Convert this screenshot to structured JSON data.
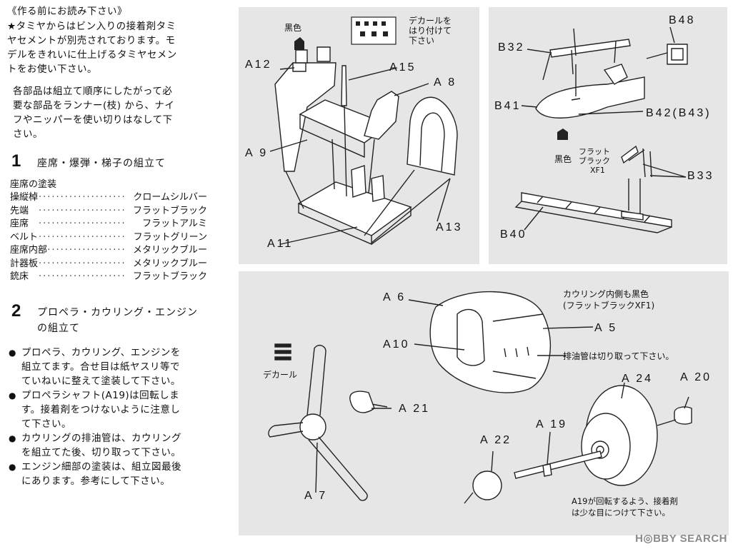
{
  "intro": {
    "title": "《作る前にお読み下さい》",
    "body": [
      "★タミヤからはビン入りの接着剤タミ",
      "ヤセメントが別売されております。モ",
      "デルをきれいに仕上げるタミヤセメン",
      "トをお使い下さい。"
    ],
    "body2": [
      "各部品は組立て順序にしたがって必",
      "要な部品をランナー(枝) から、ナイ",
      "フやニッパーを使い切りはなして下",
      "さい。"
    ]
  },
  "step1": {
    "number": "1",
    "title": "座席・爆弾・梯子の組立て",
    "paint_title": "座席の塗装",
    "paint": [
      {
        "part": "操縦棹",
        "color": "クロームシルバー"
      },
      {
        "part": "先端",
        "color": "フラットブラック"
      },
      {
        "part": "座席",
        "color": "フラットアルミ"
      },
      {
        "part": "ベルト",
        "color": "フラットグリーン"
      },
      {
        "part": "座席内部",
        "color": "メタリックブルー"
      },
      {
        "part": "計器板",
        "color": "メタリックブルー"
      },
      {
        "part": "銃床",
        "color": "フラットブラック"
      }
    ]
  },
  "step2": {
    "number": "2",
    "title": [
      "プロペラ・カウリング・エンジン",
      "の組立て"
    ],
    "notes": [
      [
        "プロペラ、カウリング、エンジンを",
        "組立てます。合せ目は紙ヤスリ等で",
        "ていねいに整えて塗装して下さい。"
      ],
      [
        "プロペラシャフト(A19)は回転しま",
        "す。接着剤をつけないように注意し",
        "て下さい。"
      ],
      [
        "カウリングの排油管は、カウリング",
        "を組立てた後、切り取って下さい。"
      ],
      [
        "エンジン細部の塗装は、組立図最後",
        "にあります。参考にして下さい。"
      ]
    ]
  },
  "diagram1": {
    "black_label": "黒色",
    "decal_note": [
      "デカールを",
      "はり付けて",
      "下さい"
    ],
    "labels": {
      "A12": "A12",
      "A15": "A15",
      "A8": "A 8",
      "A9": "A 9",
      "A11": "A11",
      "A13": "A13"
    }
  },
  "diagram2": {
    "black_label": "黒色",
    "flat_black": [
      "フラット",
      "ブラック",
      "XF1"
    ],
    "labels": {
      "B48": "B48",
      "B32": "B32",
      "B41": "B41",
      "B42": "B42(B43)",
      "B33": "B33",
      "B40": "B40"
    }
  },
  "diagram3": {
    "cowling_note": [
      "カウリング内側も黒色",
      "(フラットブラックXF1)"
    ],
    "exhaust_note": "排油管は切り取って下さい。",
    "decal_label": "デカール",
    "shaft_note": [
      "A19が回転するよう、接着剤",
      "は少な目につけて下さい。"
    ],
    "labels": {
      "A6": "A 6",
      "A10": "A10",
      "A5": "A 5",
      "A24": "A 24",
      "A20": "A 20",
      "A21": "A 21",
      "A19": "A 19",
      "A22": "A 22",
      "A7": "A 7"
    }
  },
  "watermark": "H◎BBY SEARCH"
}
